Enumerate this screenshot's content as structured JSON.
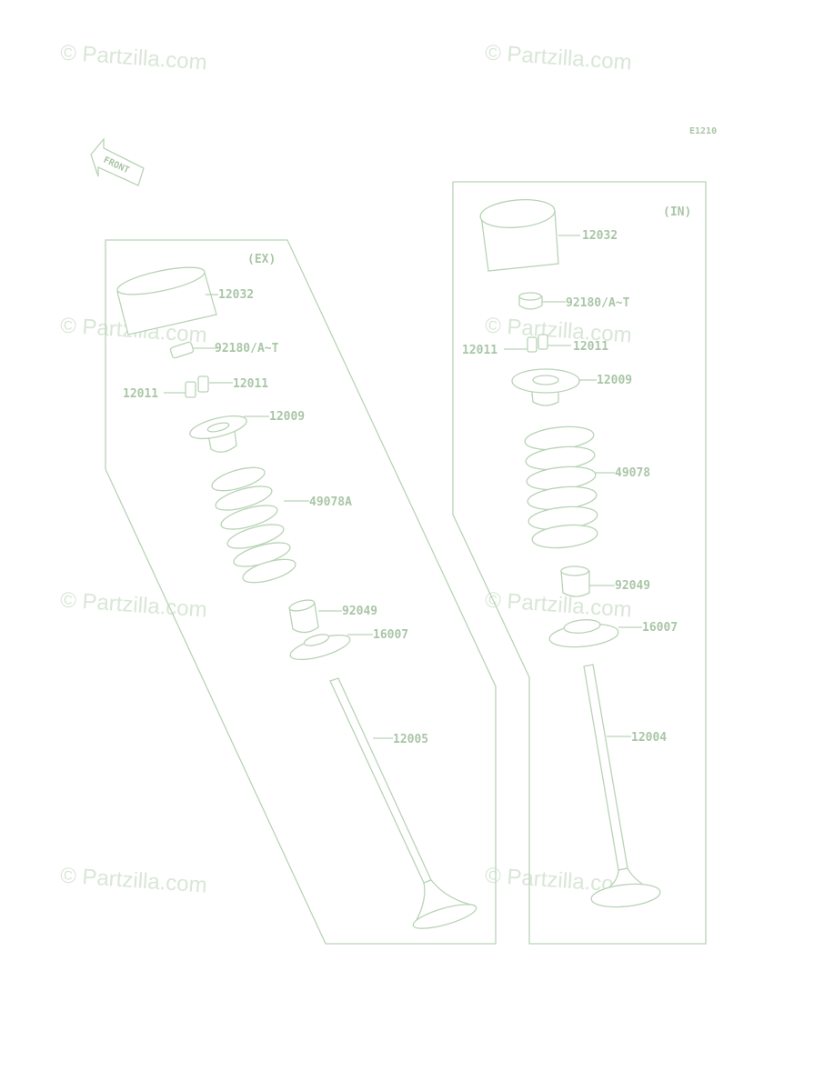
{
  "watermark": "© Partzilla.com",
  "diagram_code": "E1210",
  "front_label": "FRONT",
  "sections": {
    "exhaust": {
      "title": "(EX)",
      "labels": {
        "tappet": "12032",
        "shim": "92180/A~T",
        "cotter_right": "12011",
        "cotter_left": "12011",
        "retainer": "12009",
        "spring": "49078A",
        "stem_seal": "92049",
        "spring_seat": "16007",
        "valve": "12005"
      }
    },
    "intake": {
      "title": "(IN)",
      "labels": {
        "tappet": "12032",
        "shim": "92180/A~T",
        "cotter_left": "12011",
        "cotter_right": "12011",
        "retainer": "12009",
        "spring": "49078",
        "stem_seal": "92049",
        "spring_seat": "16007",
        "valve": "12004"
      }
    }
  },
  "colors": {
    "line": "#b9d3b6",
    "text": "#a9c6a6",
    "watermark": "#d9e7d7"
  }
}
